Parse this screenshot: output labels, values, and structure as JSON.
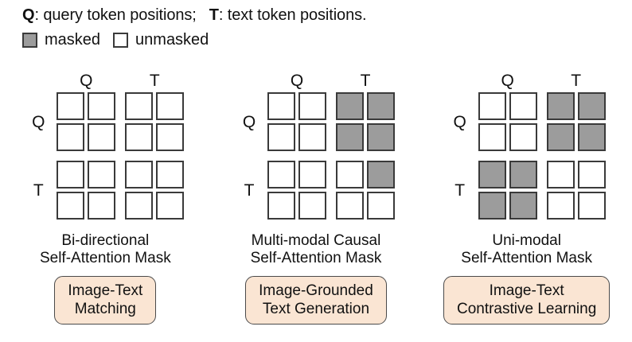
{
  "legend": {
    "query_key": "Q",
    "query_desc": ": query token positions;",
    "text_key": "T",
    "text_desc": ": text token positions.",
    "masked_label": "masked",
    "unmasked_label": "unmasked",
    "masked_color": "#9c9c9c",
    "unmasked_color": "#ffffff"
  },
  "colors": {
    "masked": "#9c9c9c",
    "unmasked": "#ffffff",
    "cell_border": "#3a3a3a",
    "pill_fill": "#fae5d3",
    "pill_border": "#4a4a4a",
    "background": "#ffffff"
  },
  "chart_data": {
    "type": "heatmap",
    "title": "Self-attention mask variants",
    "axis_labels": {
      "rows": [
        "Q",
        "T"
      ],
      "cols": [
        "Q",
        "T"
      ]
    },
    "cell_legend": {
      "1": "masked",
      "0": "unmasked"
    },
    "block_size": 2,
    "panels": [
      {
        "caption": "Bi-directional\nSelf-Attention Mask",
        "pill": "Image-Text\nMatching",
        "matrix": [
          [
            0,
            0,
            0,
            0
          ],
          [
            0,
            0,
            0,
            0
          ],
          [
            0,
            0,
            0,
            0
          ],
          [
            0,
            0,
            0,
            0
          ]
        ]
      },
      {
        "caption": "Multi-modal Causal\nSelf-Attention Mask",
        "pill": "Image-Grounded\nText Generation",
        "matrix": [
          [
            0,
            0,
            1,
            1
          ],
          [
            0,
            0,
            1,
            1
          ],
          [
            0,
            0,
            0,
            1
          ],
          [
            0,
            0,
            0,
            0
          ]
        ]
      },
      {
        "caption": "Uni-modal\nSelf-Attention Mask",
        "pill": "Image-Text\nContrastive Learning",
        "matrix": [
          [
            0,
            0,
            1,
            1
          ],
          [
            0,
            0,
            1,
            1
          ],
          [
            1,
            1,
            0,
            0
          ],
          [
            1,
            1,
            0,
            0
          ]
        ]
      }
    ]
  }
}
